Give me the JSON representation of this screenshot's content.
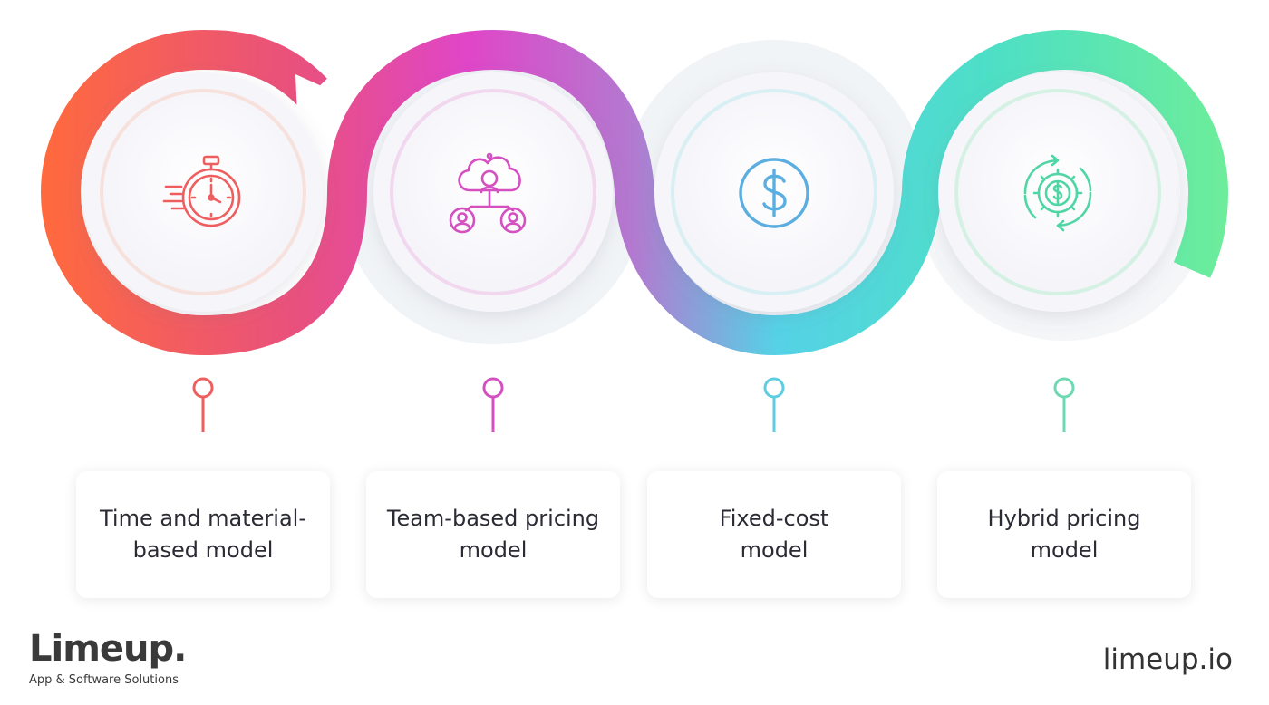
{
  "steps": [
    {
      "label": "Time and material-\nbased model",
      "icon": "stopwatch-icon",
      "color": "#ef5e5e"
    },
    {
      "label": "Team-based pricing\nmodel",
      "icon": "cloud-team-icon",
      "color": "#d44fbf"
    },
    {
      "label": "Fixed-cost\nmodel",
      "icon": "dollar-coin-icon",
      "color": "#5aaee0"
    },
    {
      "label": "Hybrid pricing\nmodel",
      "icon": "gear-dollar-icon",
      "color": "#4fd6a4"
    }
  ],
  "ribbon_colors": [
    "#ff6a3d",
    "#e8507f",
    "#e046c8",
    "#b27ad0",
    "#55d2e6",
    "#4ddfc6",
    "#6ded9a"
  ],
  "brand": {
    "name": "Limeup.",
    "tagline": "App & Software Solutions",
    "website": "limeup.io"
  }
}
